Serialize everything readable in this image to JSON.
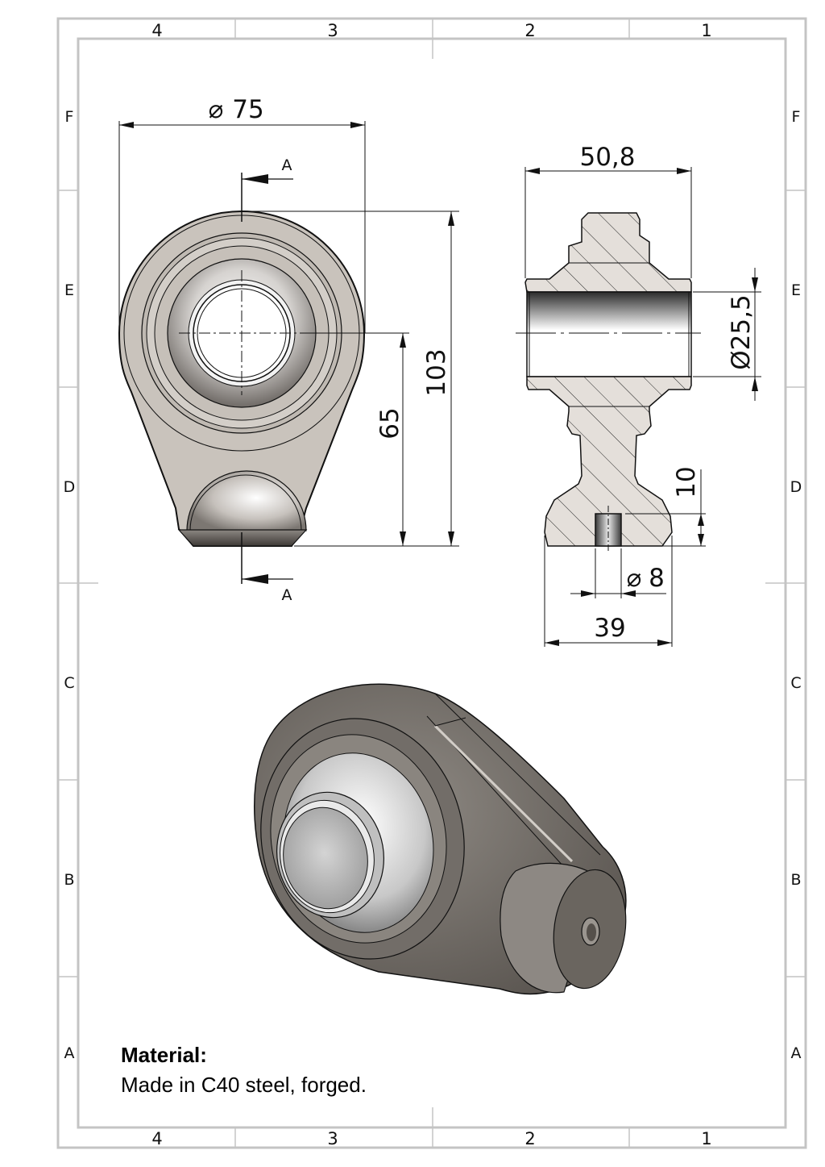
{
  "sheet": {
    "column_labels": [
      "4",
      "3",
      "2",
      "1"
    ],
    "row_labels": [
      "F",
      "E",
      "D",
      "C",
      "B",
      "A"
    ],
    "frame_color": "#c4c4c4",
    "line_color": "#111111",
    "part_fill": "#c9c3bc",
    "section_fill": "#e4dfda"
  },
  "front_view": {
    "dimensions": {
      "outer_diameter": "75",
      "outer_diameter_symbol": "⌀",
      "center_height": "65",
      "overall_height": "103"
    },
    "section_marker": "A"
  },
  "section_view": {
    "dimensions": {
      "width": "50,8",
      "bore_diameter": "Ø25,5",
      "hole_depth": "10",
      "hole_diameter": "8",
      "hole_diameter_symbol": "⌀",
      "base_width": "39"
    }
  },
  "notes": {
    "material_title": "Material:",
    "material_body": "Made in C40 steel, forged."
  }
}
